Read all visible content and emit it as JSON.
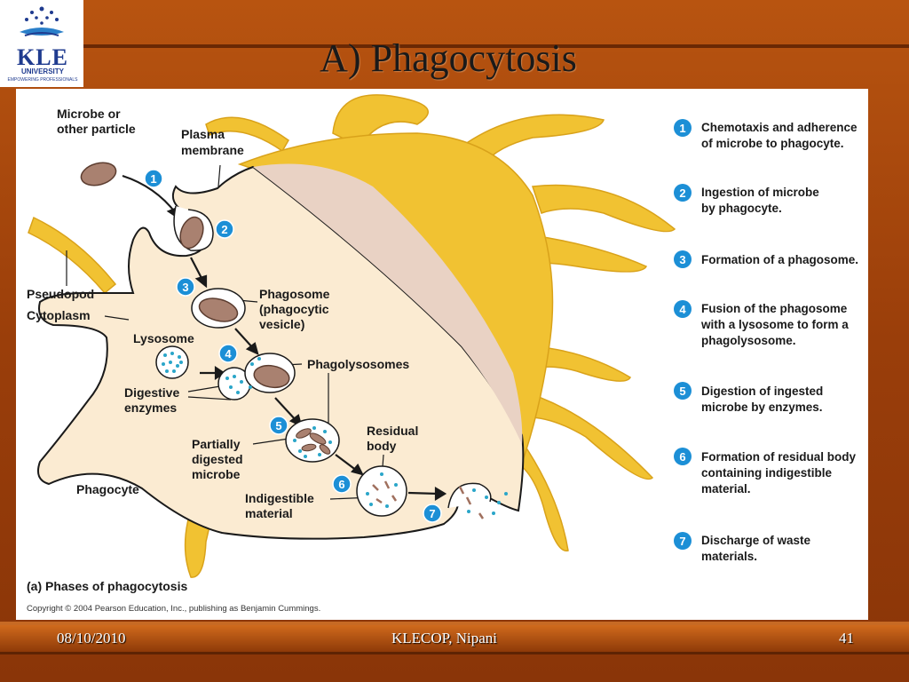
{
  "slide": {
    "title": "A) Phagocytosis",
    "footer_date": "08/10/2010",
    "footer_center": "KLECOP, Nipani",
    "footer_page": "41"
  },
  "logo": {
    "name": "KLE",
    "subname": "UNIVERSITY",
    "tagline": "EMPOWERING PROFESSIONALS"
  },
  "diagram": {
    "labels": {
      "microbe_line1": "Microbe or",
      "microbe_line2": "other particle",
      "plasma_line1": "Plasma",
      "plasma_line2": "membrane",
      "pseudopod": "Pseudopod",
      "cytoplasm": "Cytoplasm",
      "phagosome_line1": "Phagosome",
      "phagosome_line2": "(phagocytic",
      "phagosome_line3": "vesicle)",
      "lysosome": "Lysosome",
      "phagolysosomes": "Phagolysosomes",
      "digestive_line1": "Digestive",
      "digestive_line2": "enzymes",
      "residual_line1": "Residual",
      "residual_line2": "body",
      "partially_line1": "Partially",
      "partially_line2": "digested",
      "partially_line3": "microbe",
      "indigestible_line1": "Indigestible",
      "indigestible_line2": "material",
      "phagocyte": "Phagocyte",
      "caption": "(a) Phases of phagocytosis",
      "copyright": "Copyright © 2004 Pearson Education, Inc., publishing as Benjamin Cummings."
    },
    "step_markers": [
      "1",
      "2",
      "3",
      "4",
      "5",
      "6",
      "7"
    ],
    "steps": [
      {
        "num": "1",
        "line1": "Chemotaxis and adherence",
        "line2": "of microbe to phagocyte.",
        "line3": ""
      },
      {
        "num": "2",
        "line1": "Ingestion of microbe",
        "line2": "by phagocyte.",
        "line3": ""
      },
      {
        "num": "3",
        "line1": "Formation of a phagosome.",
        "line2": "",
        "line3": ""
      },
      {
        "num": "4",
        "line1": "Fusion of the phagosome",
        "line2": "with a lysosome to form a",
        "line3": "phagolysosome."
      },
      {
        "num": "5",
        "line1": "Digestion of ingested",
        "line2": "microbe by enzymes.",
        "line3": ""
      },
      {
        "num": "6",
        "line1": "Formation of residual body",
        "line2": "containing indigestible",
        "line3": "material."
      },
      {
        "num": "7",
        "line1": "Discharge of waste",
        "line2": "materials.",
        "line3": ""
      }
    ]
  },
  "colors": {
    "background": "#a8480c",
    "panel": "#ffffff",
    "cell_body": "#fbebd2",
    "cell_yellow": "#f1c232",
    "step_badge": "#1c8fd6",
    "microbe": "#a98170",
    "enzyme_dot": "#2aa6c9"
  }
}
